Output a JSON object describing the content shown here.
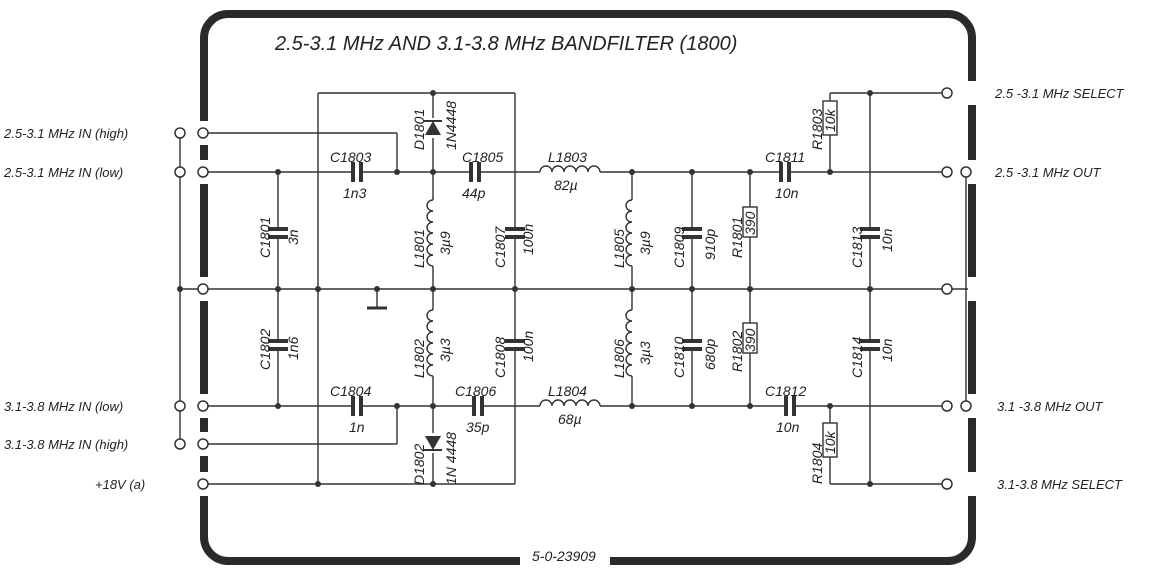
{
  "title": "2.5-3.1 MHz  AND  3.1-3.8 MHz  BANDFILTER (1800)",
  "drawing_number": "5-0-23909",
  "inputs": [
    "2.5-3.1 MHz IN (high)",
    "2.5-3.1 MHz IN (low)",
    "3.1-3.8 MHz IN (low)",
    "3.1-3.8 MHz IN (high)",
    "+18V (a)"
  ],
  "outputs": [
    "2.5 -3.1 MHz SELECT",
    "2.5 -3.1 MHz OUT",
    "3.1 -3.8 MHz OUT",
    "3.1-3.8 MHz SELECT"
  ],
  "components": {
    "C1801": {
      "ref": "C1801",
      "value": "3n"
    },
    "C1802": {
      "ref": "C1802",
      "value": "1n6"
    },
    "C1803": {
      "ref": "C1803",
      "value": "1n3"
    },
    "C1804": {
      "ref": "C1804",
      "value": "1n"
    },
    "C1805": {
      "ref": "C1805",
      "value": "44p"
    },
    "C1806": {
      "ref": "C1806",
      "value": "35p"
    },
    "C1807": {
      "ref": "C1807",
      "value": "100n"
    },
    "C1808": {
      "ref": "C1808",
      "value": "100n"
    },
    "C1809": {
      "ref": "C1809",
      "value": "910p"
    },
    "C1810": {
      "ref": "C1810",
      "value": "680p"
    },
    "C1811": {
      "ref": "C1811",
      "value": "10n"
    },
    "C1812": {
      "ref": "C1812",
      "value": "10n"
    },
    "C1813": {
      "ref": "C1813",
      "value": "10n"
    },
    "C1814": {
      "ref": "C1814",
      "value": "10n"
    },
    "L1801": {
      "ref": "L1801",
      "value": "3µ9"
    },
    "L1802": {
      "ref": "L1802",
      "value": "3µ3"
    },
    "L1803": {
      "ref": "L1803",
      "value": "82µ"
    },
    "L1804": {
      "ref": "L1804",
      "value": "68µ"
    },
    "L1805": {
      "ref": "L1805",
      "value": "3µ9"
    },
    "L1806": {
      "ref": "L1806",
      "value": "3µ3"
    },
    "R1801": {
      "ref": "R1801",
      "value": "390"
    },
    "R1802": {
      "ref": "R1802",
      "value": "390"
    },
    "R1803": {
      "ref": "R1803",
      "value": "10k"
    },
    "R1804": {
      "ref": "R1804",
      "value": "10k"
    },
    "D1801": {
      "ref": "D1801",
      "value": "1N4448"
    },
    "D1802": {
      "ref": "D1802",
      "value": "1N 4448"
    }
  }
}
